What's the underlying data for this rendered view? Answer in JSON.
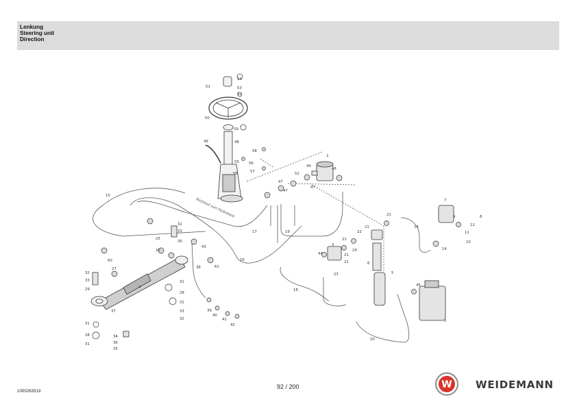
{
  "header": {
    "title_de": "Lenkung",
    "title_en": "Steering unit",
    "title_fr": "Direction"
  },
  "drawing": {
    "hose_label": "Rücklauf zum Hydrotank",
    "part_numbers": [
      "1",
      "2",
      "3",
      "4",
      "5",
      "6",
      "7",
      "8",
      "9",
      "10",
      "11",
      "12",
      "13",
      "14",
      "15",
      "16",
      "17",
      "18",
      "19",
      "20",
      "21",
      "22",
      "23",
      "24",
      "25",
      "26",
      "27",
      "28",
      "29",
      "30",
      "31",
      "32",
      "33",
      "34",
      "35",
      "36",
      "37",
      "38",
      "39",
      "40",
      "41",
      "42",
      "43",
      "44",
      "45",
      "46",
      "47",
      "48",
      "49",
      "50",
      "51",
      "52",
      "53",
      "54",
      "55",
      "56",
      "57",
      "58",
      "59",
      "60",
      "61"
    ]
  },
  "footer": {
    "doc_number": "1000263519",
    "page_number": "92 / 200",
    "brand": "WEIDEMANN",
    "logo_letter": "W",
    "brand_color": "#d9342b"
  }
}
